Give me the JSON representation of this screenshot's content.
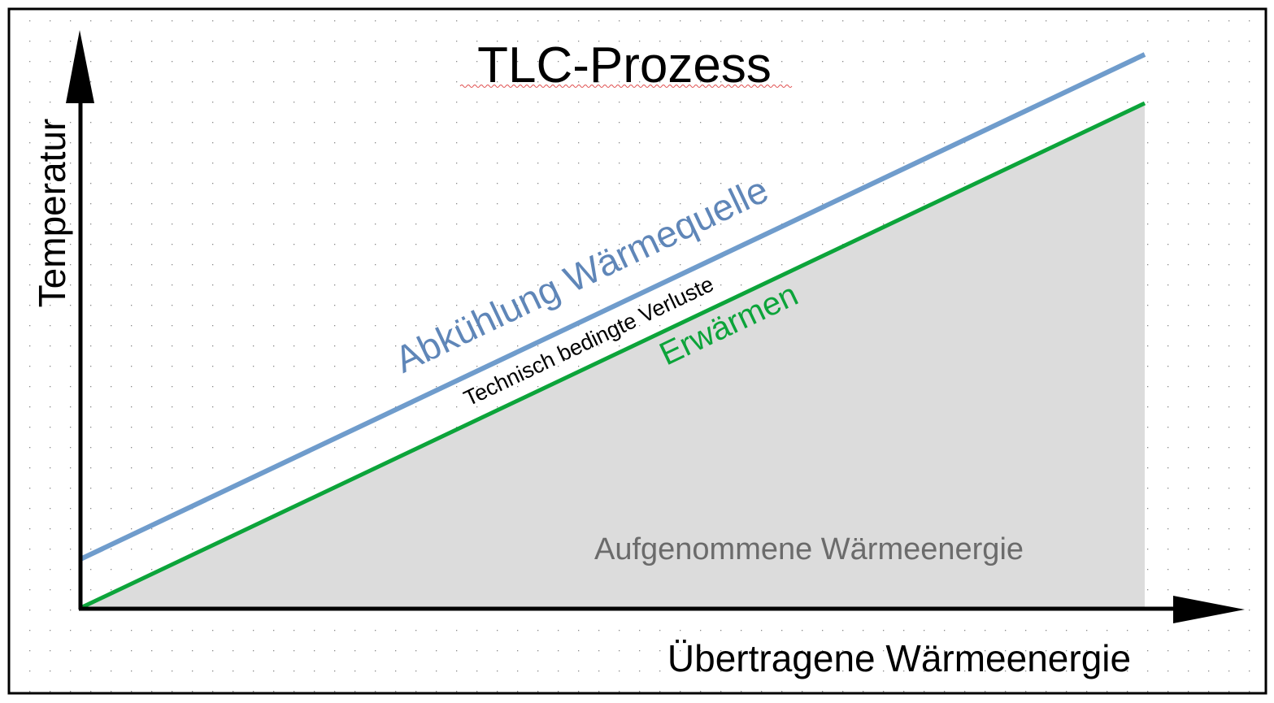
{
  "title": "TLC-Prozess",
  "axes": {
    "y_label": "Temperatur",
    "x_label": "Übertragene Wärmeenergie"
  },
  "lines": [
    {
      "label": "Abkühlung Wärmequelle",
      "color": "#6f9ccc"
    },
    {
      "label": "Erwärmen",
      "color": "#0ca43a"
    }
  ],
  "gap_label": "Technisch bedingte Verluste",
  "area_label": "Aufgenommene Wärmeenergie",
  "colors": {
    "area": "#dcdcdc",
    "area_text": "#6b6b6b",
    "axis": "#000000"
  }
}
